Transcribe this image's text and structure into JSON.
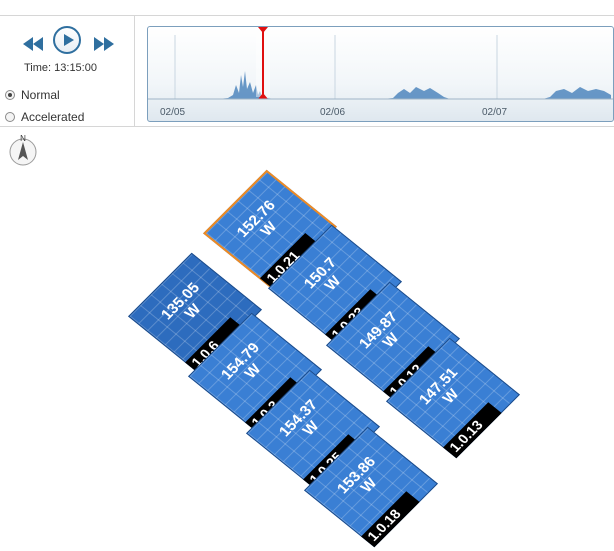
{
  "player": {
    "time_label": "Time: 13:15:00",
    "modes": [
      {
        "label": "Normal",
        "selected": true
      },
      {
        "label": "Accelerated",
        "selected": false
      }
    ]
  },
  "timeline": {
    "dates": [
      "02/05",
      "02/06",
      "02/07"
    ],
    "colors": {
      "fill": "#4f86bd",
      "cursor": "#e01010"
    }
  },
  "compass": {
    "label": "N"
  },
  "panels": [
    {
      "id": "1.0.21",
      "power": "152.76",
      "unit": "W",
      "selected": true
    },
    {
      "id": "1.0.23",
      "power": "150.7",
      "unit": "W",
      "selected": false
    },
    {
      "id": "1.0.6",
      "power": "135.05",
      "unit": "W",
      "selected": false
    },
    {
      "id": "1.0.12",
      "power": "149.87",
      "unit": "W",
      "selected": false
    },
    {
      "id": "1.0.3",
      "power": "154.79",
      "unit": "W",
      "selected": false
    },
    {
      "id": "1.0.13",
      "power": "147.51",
      "unit": "W",
      "selected": false
    },
    {
      "id": "1.0.25",
      "power": "154.37",
      "unit": "W",
      "selected": false
    },
    {
      "id": "1.0.18",
      "power": "153.86",
      "unit": "W",
      "selected": false
    }
  ]
}
